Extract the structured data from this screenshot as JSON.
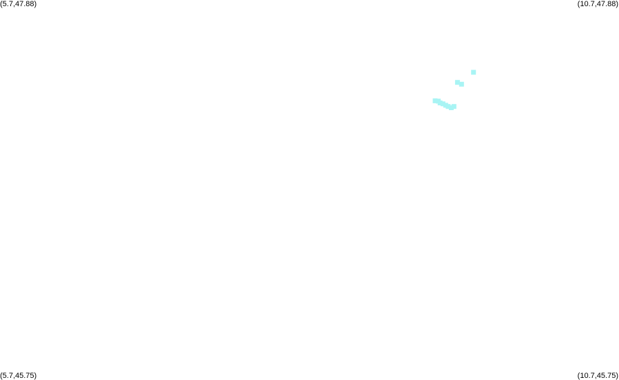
{
  "corners": {
    "top_left": "(5.7,47.88)",
    "top_right": "(10.7,47.88)",
    "bottom_left": "(5.7,45.75)",
    "bottom_right": "(10.7,45.75)"
  },
  "bounds": {
    "lon_min": 5.7,
    "lon_max": 10.7,
    "lat_min": 45.75,
    "lat_max": 47.88
  },
  "colors": {
    "background": "#ffffff",
    "marker": "#a8f4f4"
  },
  "markers": [
    {
      "lon": 9.525,
      "lat": 47.475
    },
    {
      "lon": 9.395,
      "lat": 47.418
    },
    {
      "lon": 9.428,
      "lat": 47.408
    },
    {
      "lon": 9.215,
      "lat": 47.315
    },
    {
      "lon": 9.24,
      "lat": 47.313
    },
    {
      "lon": 9.255,
      "lat": 47.303
    },
    {
      "lon": 9.278,
      "lat": 47.298
    },
    {
      "lon": 9.3,
      "lat": 47.29
    },
    {
      "lon": 9.32,
      "lat": 47.283
    },
    {
      "lon": 9.345,
      "lat": 47.276
    },
    {
      "lon": 9.367,
      "lat": 47.283
    }
  ]
}
